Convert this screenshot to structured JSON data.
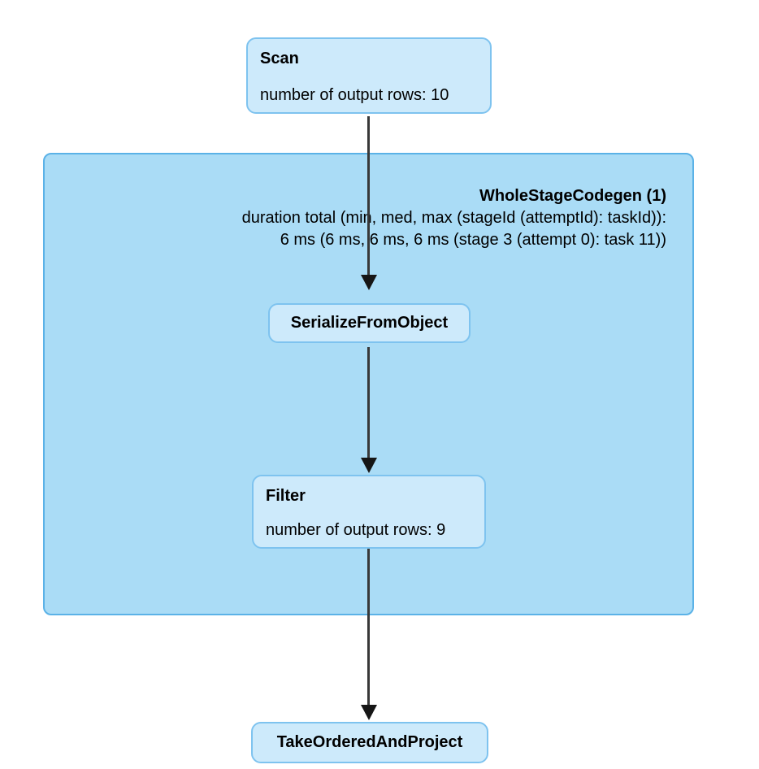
{
  "diagram": {
    "cluster": {
      "title": "WholeStageCodegen (1)",
      "metric_line1": "duration total (min, med, max (stageId (attemptId): taskId)):",
      "metric_line2": "6 ms (6 ms, 6 ms, 6 ms (stage 3 (attempt 0): task 11))"
    },
    "nodes": {
      "scan": {
        "title": "Scan",
        "metric": "number of output rows: 10"
      },
      "serialize_from_object": {
        "title": "SerializeFromObject"
      },
      "filter": {
        "title": "Filter",
        "metric": "number of output rows: 9"
      },
      "take_ordered_and_project": {
        "title": "TakeOrderedAndProject"
      }
    },
    "colors": {
      "background": "#ffffff",
      "text": "#000000",
      "node_fill": "#cdeafb",
      "node_border": "#7ec3ef",
      "cluster_fill": "#aadcf6",
      "cluster_border": "#5bb2e7",
      "arrow": "#383838",
      "arrow_head": "#161616"
    }
  }
}
